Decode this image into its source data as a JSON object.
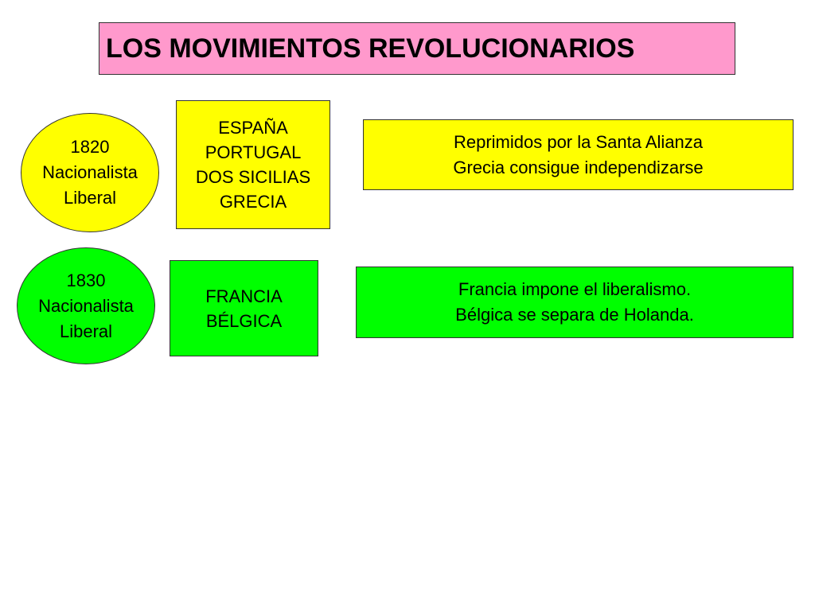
{
  "title": "LOS MOVIMIENTOS REVOLUCIONARIOS",
  "colors": {
    "title_bg": "#ff99cc",
    "yellow": "#ffff00",
    "green": "#00ff00"
  },
  "rows": [
    {
      "ellipse": [
        "1820",
        "Nacionalista",
        "Liberal"
      ],
      "countries": [
        "ESPAÑA",
        "PORTUGAL",
        "DOS SICILIAS",
        "GRECIA"
      ],
      "result": [
        "Reprimidos por la Santa Alianza",
        "Grecia consigue independizarse"
      ]
    },
    {
      "ellipse": [
        "1830",
        "Nacionalista",
        "Liberal"
      ],
      "countries": [
        "FRANCIA",
        "BÉLGICA"
      ],
      "result": [
        "Francia impone el liberalismo.",
        "Bélgica se separa de Holanda."
      ]
    }
  ]
}
